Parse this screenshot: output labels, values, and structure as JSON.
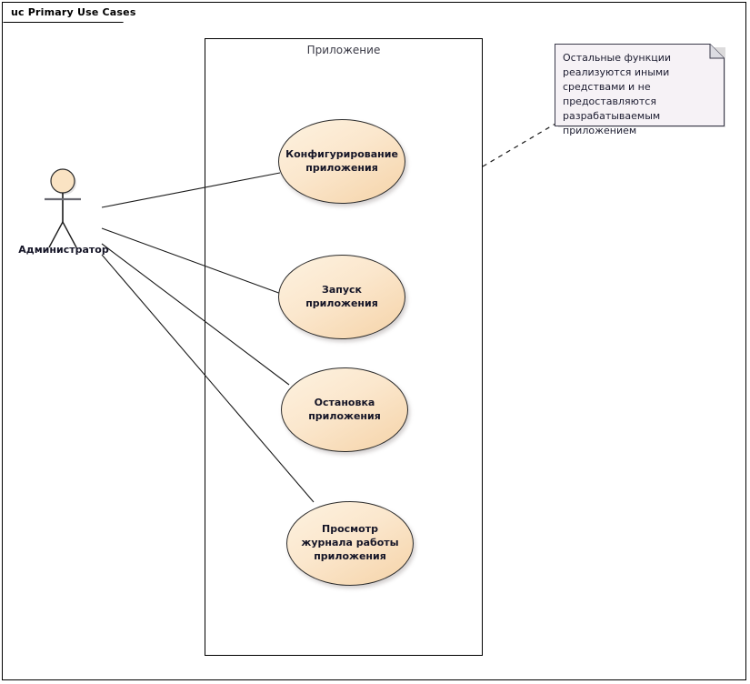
{
  "frame": {
    "tab_label": "uc Primary Use Cases"
  },
  "boundary": {
    "label": "Приложение"
  },
  "actor": {
    "label": "Администратор",
    "head_color": "#fae3c3"
  },
  "use_cases": [
    {
      "id": "configure",
      "label": "Конфигурирование приложения"
    },
    {
      "id": "start",
      "label": "Запуск приложения"
    },
    {
      "id": "stop",
      "label": "Остановка приложения"
    },
    {
      "id": "view-log",
      "label": "Просмотр журнала работы приложения"
    }
  ],
  "note": {
    "text": "Остальные функции реализуются иными средствами и не предоставляются разрабатываемым приложением",
    "fill_color": "#f6f2f6"
  },
  "colors": {
    "usecase_fill_light": "#fdf2e0",
    "usecase_fill_dark": "#f5d3a8",
    "line": "#000000",
    "text": "#151527"
  }
}
